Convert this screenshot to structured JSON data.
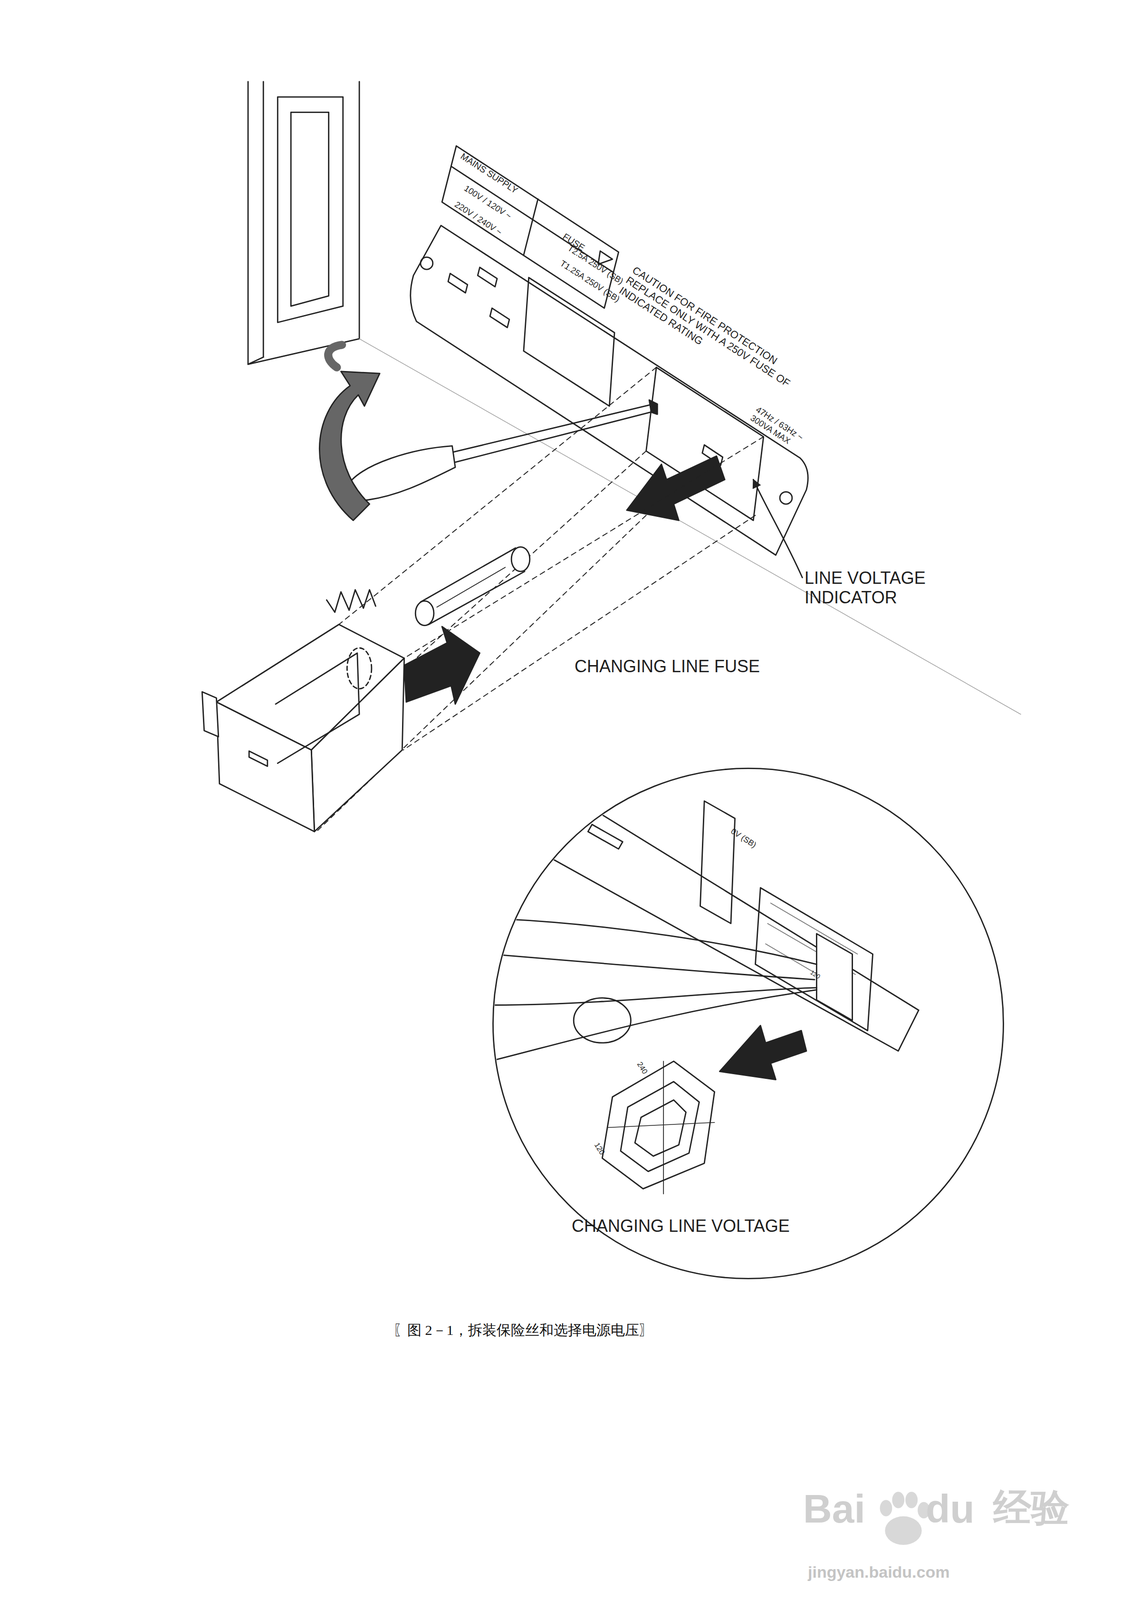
{
  "diagram": {
    "caption": "〖图 2－1，拆装保险丝和选择电源电压〗",
    "labels": [
      "MAINS SUPPLY",
      "100V / 120V ~",
      "220V / 240V ~",
      "FUSE",
      "T2.5A 250V (SB)",
      "T1.25A 250V (SB)",
      "CAUTION FOR FIRE PROTECTION REPLACE ONLY WITH A 250V FUSE OF INDICATED RATING",
      "47Hz / 63Hz ~ 300VA MAX",
      "LINE VOLTAGE INDICATOR",
      "CHANGING LINE FUSE",
      "0V (SB)",
      "120",
      "240",
      "120",
      "CHANGING LINE VOLTAGE",
      "Bai",
      "du",
      "经验",
      "jingyan.baidu.com"
    ]
  }
}
